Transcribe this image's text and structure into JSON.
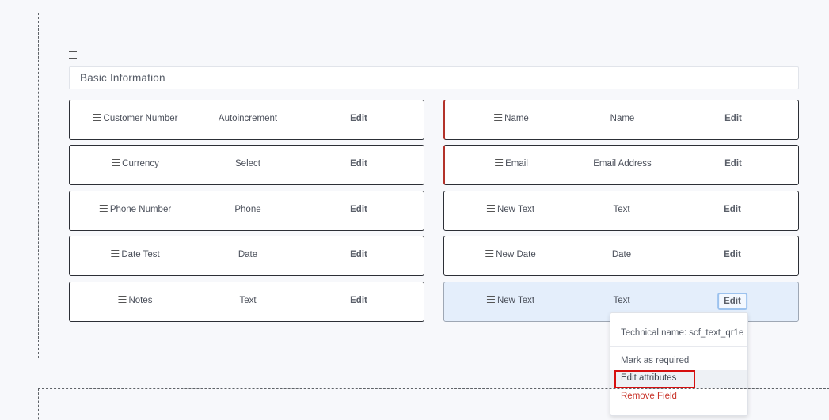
{
  "section": {
    "title": "Basic Information"
  },
  "fields_left": [
    {
      "label": "Customer Number",
      "type": "Autoincrement",
      "edit": "Edit"
    },
    {
      "label": "Currency",
      "type": "Select",
      "edit": "Edit"
    },
    {
      "label": "Phone Number",
      "type": "Phone",
      "edit": "Edit"
    },
    {
      "label": "Date Test",
      "type": "Date",
      "edit": "Edit"
    },
    {
      "label": "Notes",
      "type": "Text",
      "edit": "Edit"
    }
  ],
  "fields_right": [
    {
      "label": "Name",
      "type": "Name",
      "edit": "Edit"
    },
    {
      "label": "Email",
      "type": "Email Address",
      "edit": "Edit"
    },
    {
      "label": "New Text",
      "type": "Text",
      "edit": "Edit"
    },
    {
      "label": "New Date",
      "type": "Date",
      "edit": "Edit"
    },
    {
      "label": "New Text",
      "type": "Text",
      "edit": "Edit"
    }
  ],
  "dropdown": {
    "technical_name": "Technical name: scf_text_qr1e",
    "mark_required": "Mark as required",
    "edit_attributes": "Edit attributes",
    "remove_field": "Remove Field"
  },
  "colors": {
    "required_marker": "#b3322a",
    "active_row": "#e4eefb",
    "highlight": "#d60f0f",
    "remove": "#c9352b"
  },
  "icons": {
    "drag_handle": "drag-handle-icon"
  }
}
